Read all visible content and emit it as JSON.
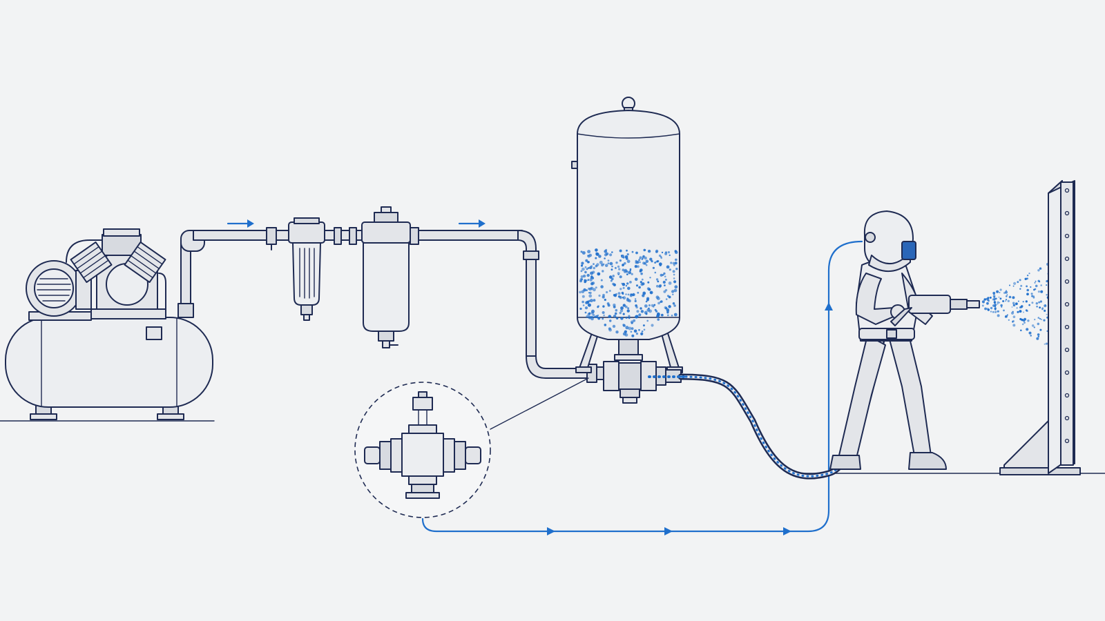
{
  "diagram": {
    "type": "abrasive-blasting-setup",
    "components": [
      {
        "id": "air-compressor",
        "icon": "air-compressor-icon"
      },
      {
        "id": "water-separator-filter",
        "icon": "filter-icon"
      },
      {
        "id": "air-dryer-filter",
        "icon": "filter-icon"
      },
      {
        "id": "blast-pot",
        "icon": "pressure-vessel-icon"
      },
      {
        "id": "metering-valve",
        "icon": "valve-icon"
      },
      {
        "id": "blast-hose",
        "icon": "hose-icon"
      },
      {
        "id": "blast-operator",
        "icon": "operator-icon"
      },
      {
        "id": "target-panel",
        "icon": "steel-panel-icon"
      }
    ],
    "colors": {
      "line": "#1e2a52",
      "accent": "#1f6fcc",
      "part_fill": "#e3e5e9",
      "background": "#f2f3f4"
    }
  }
}
